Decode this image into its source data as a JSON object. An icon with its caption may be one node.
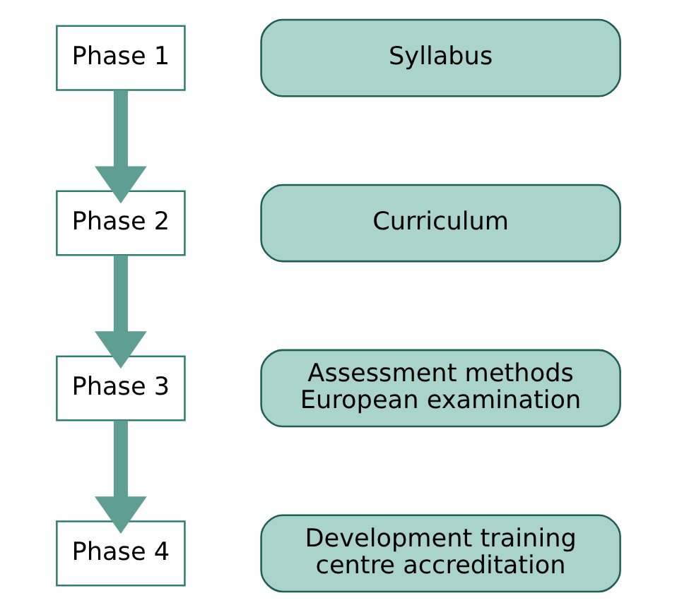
{
  "diagram": {
    "nodes": [
      {
        "text": [
          "Phase 1"
        ]
      },
      {
        "text": [
          "Phase 2"
        ]
      },
      {
        "text": [
          "Phase 3"
        ]
      },
      {
        "text": [
          "Phase 4"
        ]
      },
      {
        "text": [
          "Syllabus"
        ]
      },
      {
        "text": [
          "Curriculum"
        ]
      },
      {
        "text": [
          "Assessment methods European examination"
        ]
      },
      {
        "text": [
          "Development training centre accreditation"
        ]
      }
    ],
    "edges": [
      {
        "from": 0,
        "to": 1,
        "arrow": "to"
      },
      {
        "from": 1,
        "to": 2,
        "arrow": "to"
      },
      {
        "from": 2,
        "to": 3,
        "arrow": "to"
      }
    ]
  }
}
